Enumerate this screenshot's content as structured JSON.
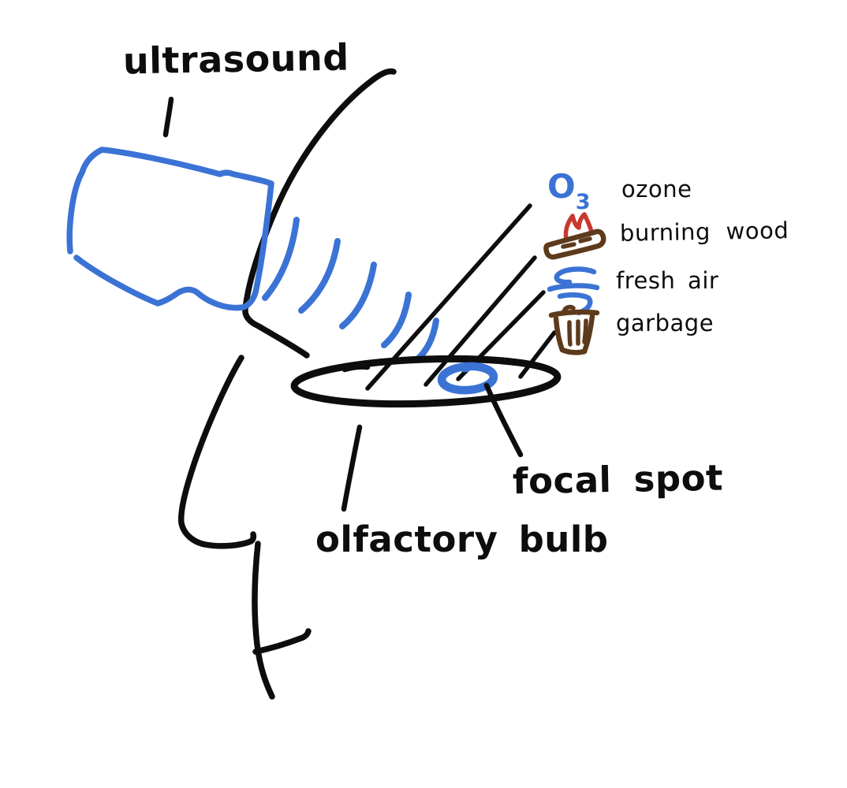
{
  "palette": {
    "ink": "#0d0d0d",
    "blue": "#3b73d5",
    "brown": "#5d3a1c",
    "red": "#c8382e",
    "background": "#ffffff"
  },
  "labels": {
    "ultrasound": "ultrasound",
    "focal_spot": "focal spot",
    "olfactory_bulb": "olfactory bulb"
  },
  "odors": [
    {
      "name": "ozone",
      "icon": "o3-molecule-icon",
      "formula_main": "O",
      "formula_sub": "3"
    },
    {
      "name": "burning wood",
      "icon": "burning-log-icon"
    },
    {
      "name": "fresh air",
      "icon": "wind-swirl-icon"
    },
    {
      "name": "garbage",
      "icon": "trash-can-icon"
    }
  ]
}
